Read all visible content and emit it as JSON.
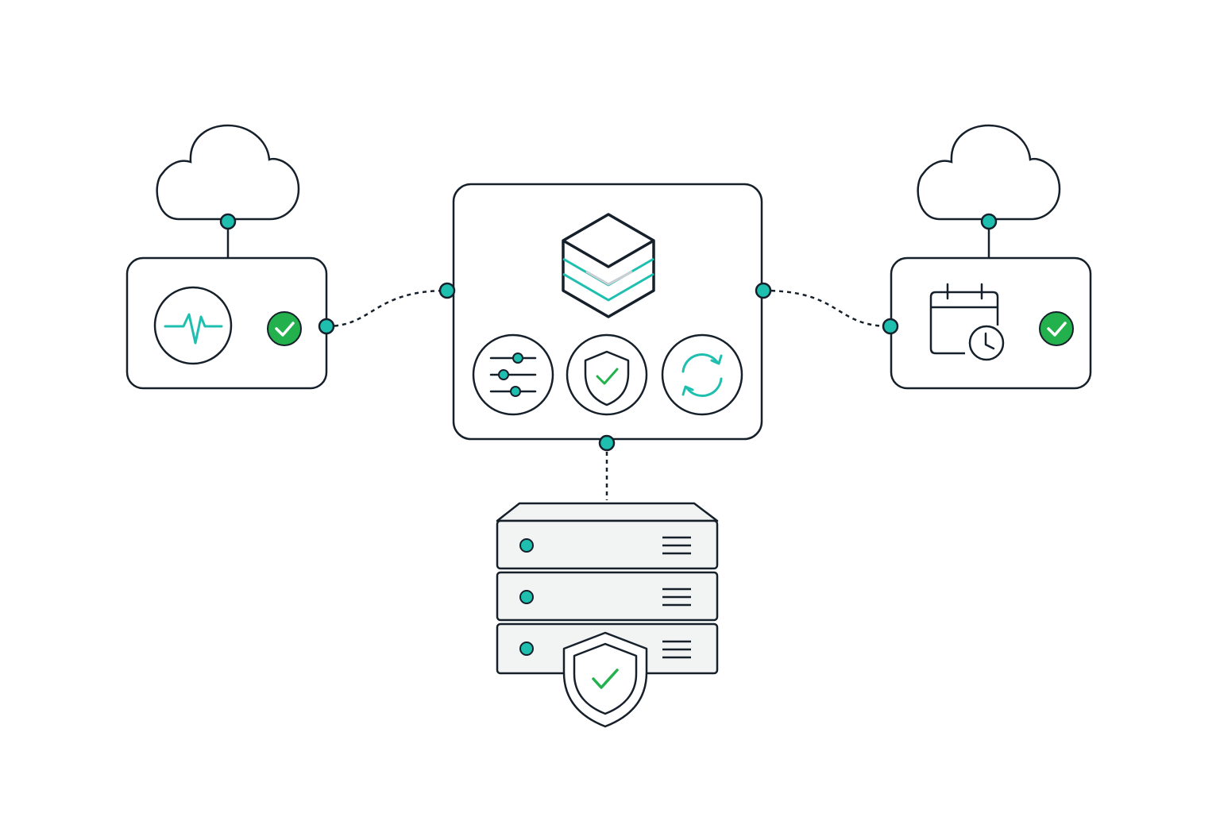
{
  "colors": {
    "stroke": "#16202b",
    "accent": "#1fbfb0",
    "success": "#22b14c",
    "server_fill": "#f2f3f3",
    "cube_shadow": "#c9ced2",
    "background": "#ffffff"
  },
  "nodes": {
    "left_cloud": {
      "icon": "cloud-icon"
    },
    "left_panel": {
      "icon": "heartbeat-icon",
      "status": "check-circle-icon"
    },
    "center_panel": {
      "icon": "layered-cube-icon",
      "controls": [
        "sliders-icon",
        "shield-check-icon",
        "refresh-icon"
      ]
    },
    "right_cloud": {
      "icon": "cloud-icon"
    },
    "right_panel": {
      "icon": "calendar-clock-icon",
      "status": "check-circle-icon"
    },
    "server": {
      "icon": "server-stack-icon",
      "units": 3,
      "badge": "shield-check-icon"
    }
  },
  "links": [
    {
      "from": "left_cloud",
      "to": "left_panel",
      "style": "solid"
    },
    {
      "from": "left_panel",
      "to": "center_panel",
      "style": "dotted"
    },
    {
      "from": "center_panel",
      "to": "right_panel",
      "style": "dotted"
    },
    {
      "from": "right_cloud",
      "to": "right_panel",
      "style": "solid"
    },
    {
      "from": "center_panel",
      "to": "server",
      "style": "dotted"
    }
  ]
}
